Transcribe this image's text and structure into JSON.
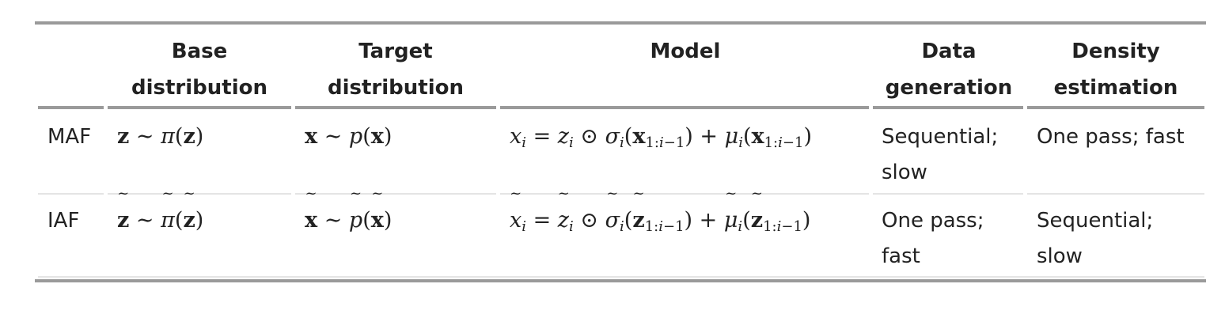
{
  "table": {
    "headers": {
      "base_l1": "Base",
      "base_l2": "distribution",
      "target_l1": "Target",
      "target_l2": "distribution",
      "model": "Model",
      "datagen_l1": "Data",
      "datagen_l2": "generation",
      "density_l1": "Density",
      "density_l2": "estimation"
    },
    "rows": [
      {
        "name": "MAF",
        "base": "z ∼ π(z)",
        "target": "x ∼ p(x)",
        "model": "x_i = z_i ⊙ σ_i(x_{1:i−1}) + μ_i(x_{1:i−1})",
        "data_generation_l1": "Sequential;",
        "data_generation_l2": "slow",
        "density_estimation": "One pass; fast"
      },
      {
        "name": "IAF",
        "base": "z̃ ∼ π̃(z̃)",
        "target": "x̃ ∼ p̃(x̃)",
        "model": "x̃_i = z̃_i ⊙ σ̃_i(z̃_{1:i−1}) + μ̃_i(z̃_{1:i−1})",
        "data_generation_l1": "One pass;",
        "data_generation_l2": "fast",
        "density_estimation_l1": "Sequential;",
        "density_estimation_l2": "slow"
      }
    ]
  }
}
